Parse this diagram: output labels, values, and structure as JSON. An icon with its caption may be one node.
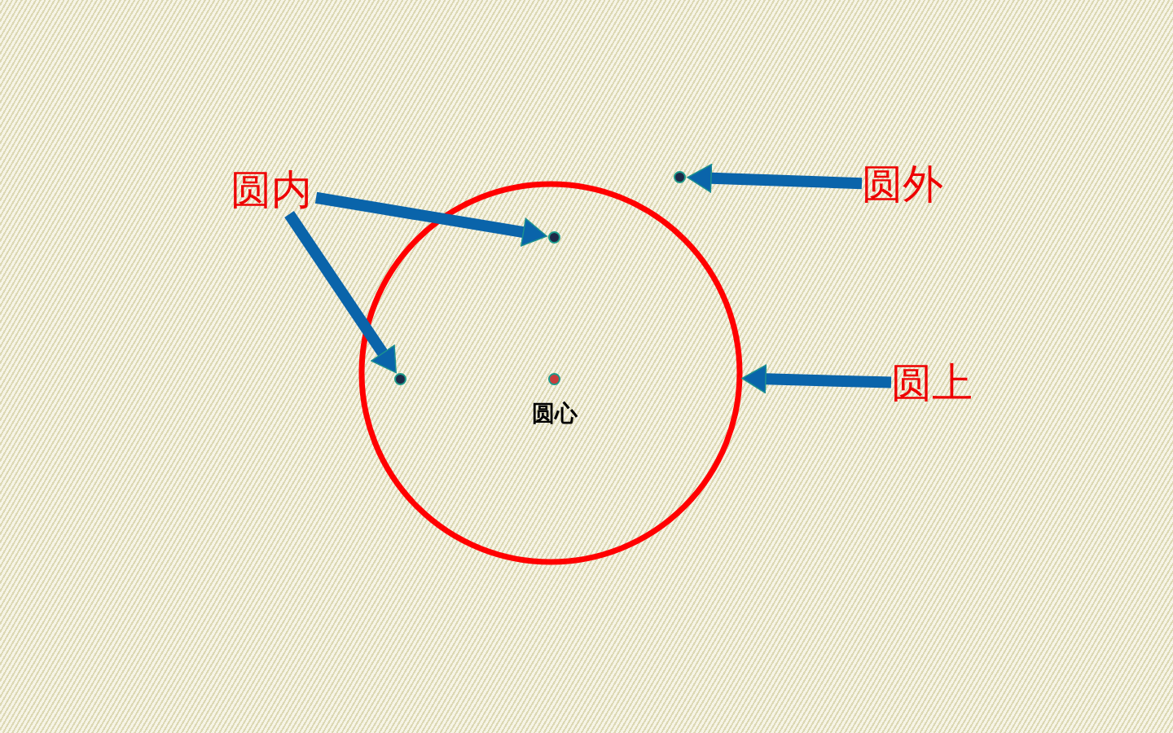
{
  "diagram": {
    "nodes": [
      {
        "text": [
          "圆内"
        ]
      },
      {
        "text": [],
        "shape": "circle"
      },
      {
        "text": [],
        "shape": "circle",
        "in": 1
      },
      {
        "text": [],
        "shape": "circle",
        "in": 1
      },
      {
        "text": [],
        "shape": "circle",
        "in": 1,
        "beside": [
          "圆心"
        ]
      },
      {
        "text": [
          "圆外"
        ]
      },
      {
        "text": [],
        "shape": "circle"
      },
      {
        "text": [
          "圆上"
        ]
      }
    ],
    "edges": [
      {
        "from": 0,
        "to": 2,
        "arrow": "to"
      },
      {
        "from": 0,
        "to": 3,
        "arrow": "to"
      },
      {
        "from": 5,
        "to": 6,
        "arrow": "to"
      },
      {
        "from": 7,
        "to": 1,
        "arrow": "to"
      }
    ]
  }
}
